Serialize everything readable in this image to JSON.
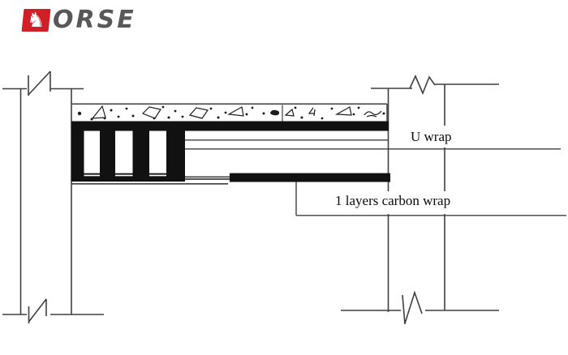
{
  "colors": {
    "brand_red": "#d01f27",
    "brand_gray": "#58585b",
    "line": "#3f3f3f",
    "ink": "#111111",
    "bg": "#ffffff"
  },
  "logo": {
    "brand": "HORSE",
    "icon_glyph": "♞",
    "wordmark_rest": "ORSE"
  },
  "diagram": {
    "labels": {
      "u_wrap": "U wrap",
      "carbon_wrap": "1 layers carbon wrap"
    }
  }
}
